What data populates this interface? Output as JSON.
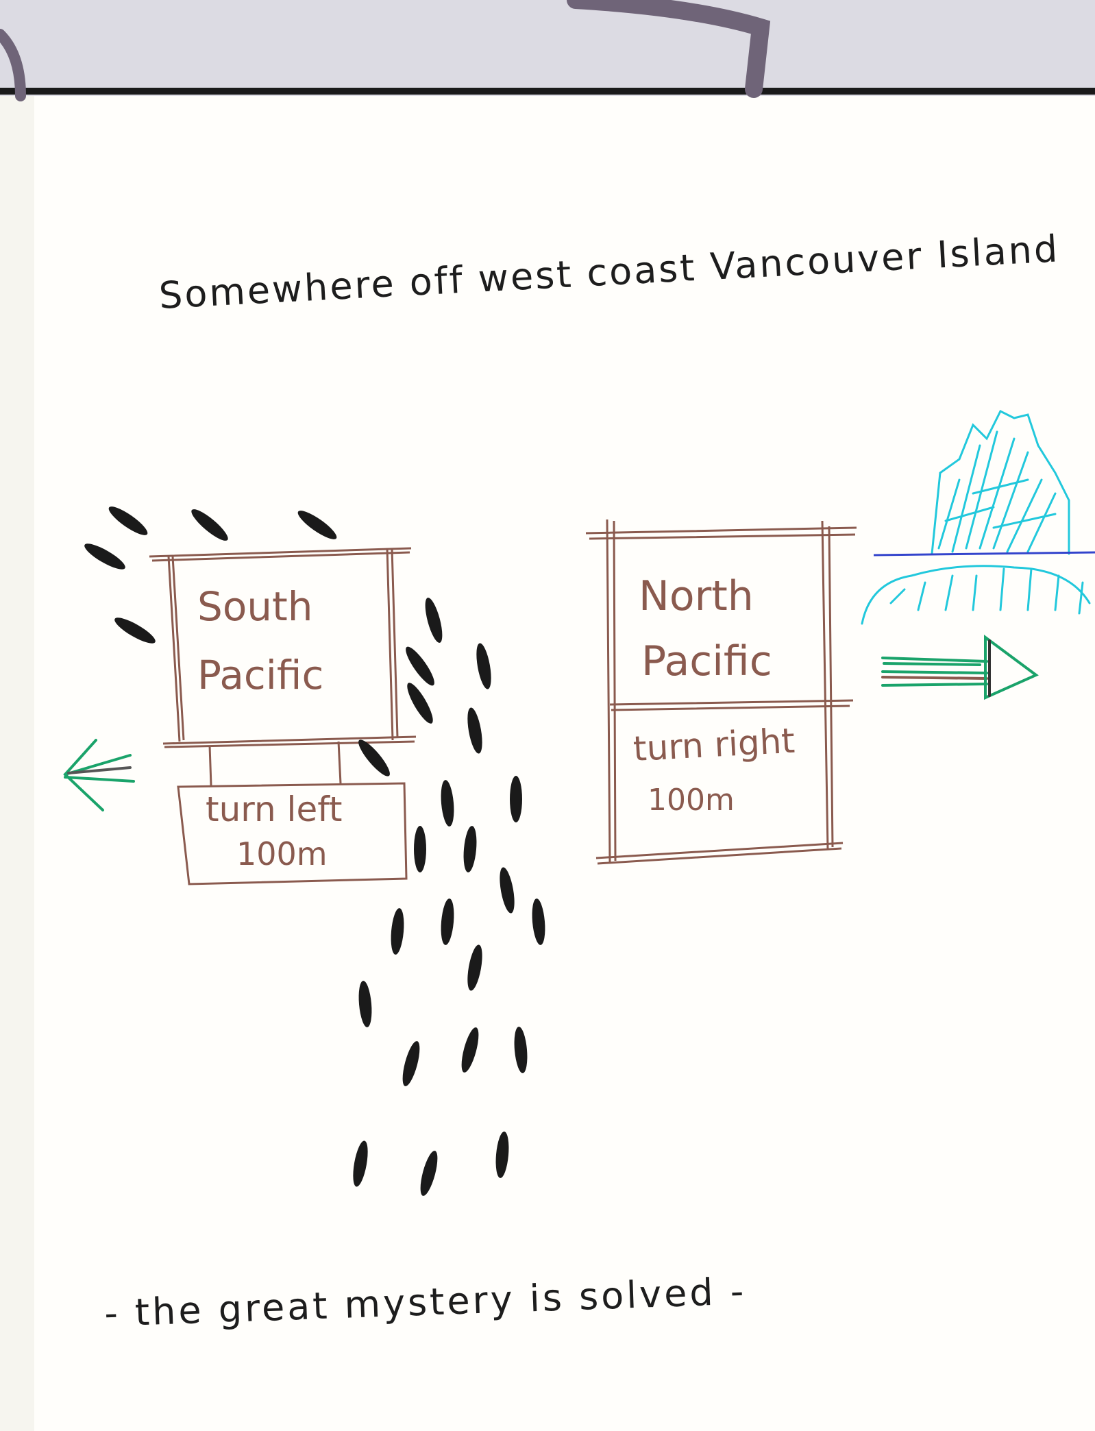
{
  "title": "Somewhere off west coast Vancouver Island",
  "south_sign": {
    "line1": "South",
    "line2": "Pacific"
  },
  "south_subsign": {
    "line1": "turn left",
    "line2": "100m"
  },
  "north_sign": {
    "line1": "North",
    "line2": "Pacific"
  },
  "north_subsign": {
    "line1": "turn right",
    "line2": "100m"
  },
  "caption": "- the great mystery is solved -",
  "colors": {
    "sign_ink": "#8a5a4e",
    "arrow_green": "#1aa36a",
    "iceberg": "#22c8dc",
    "water_line": "#3344cc",
    "footprints": "#1a1a1a",
    "page": "#fffefb",
    "backdrop": "#dcdbe3"
  },
  "icons": [
    "left-arrow-icon",
    "right-arrow-icon",
    "iceberg-icon",
    "footprint-icon",
    "bookmark-ribbon-icon"
  ]
}
